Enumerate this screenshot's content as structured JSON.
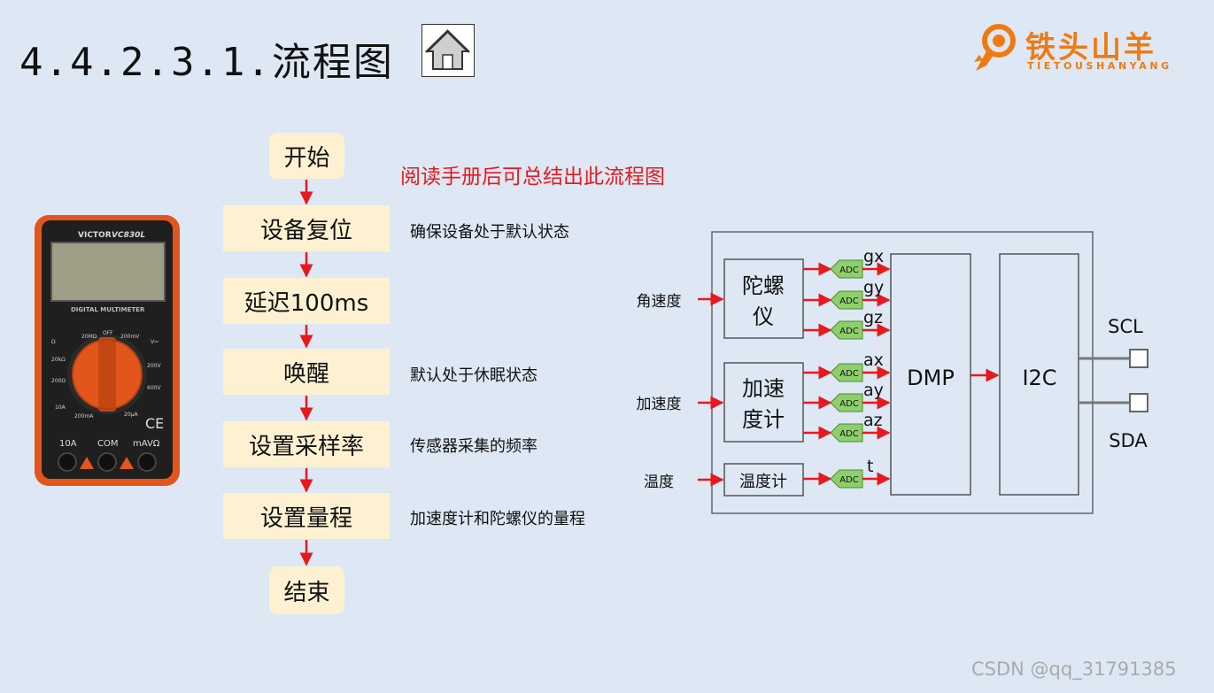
{
  "title": "4.4.2.3.1.流程图",
  "logo": {
    "name": "铁头山羊",
    "subtitle": "TIETOUSHANYANG"
  },
  "flow_caption": "阅读手册后可总结出此流程图",
  "flow": {
    "start": "开始",
    "steps": [
      {
        "label": "设备复位",
        "note": "确保设备处于默认状态"
      },
      {
        "label": "延迟100ms",
        "note": ""
      },
      {
        "label": "唤醒",
        "note": "默认处于休眠状态"
      },
      {
        "label": "设置采样率",
        "note": "传感器采集的频率"
      },
      {
        "label": "设置量程",
        "note": "加速度计和陀螺仪的量程"
      }
    ],
    "end": "结束"
  },
  "multimeter": {
    "brand": "VICTOR",
    "model": "VC830L",
    "caption": "DIGITAL MULTIMETER",
    "terminals": [
      "10A",
      "COM",
      "mAVΩ"
    ]
  },
  "diagram": {
    "inputs": [
      "角速度",
      "加速度",
      "温度"
    ],
    "sensors": {
      "gyro": "陀螺仪",
      "accel": "加速度计",
      "temp": "温度计"
    },
    "adc_label": "ADC",
    "channels": [
      "gx",
      "gy",
      "gz",
      "ax",
      "ay",
      "az",
      "t"
    ],
    "dmp": "DMP",
    "i2c": "I2C",
    "pins": [
      "SCL",
      "SDA"
    ]
  },
  "colors": {
    "arrow": "#e8191e",
    "adc_fill": "#8fcf6b",
    "flow_box": "#fdf1d2",
    "logo": "#f07a12"
  },
  "watermark": "CSDN @qq_31791385"
}
